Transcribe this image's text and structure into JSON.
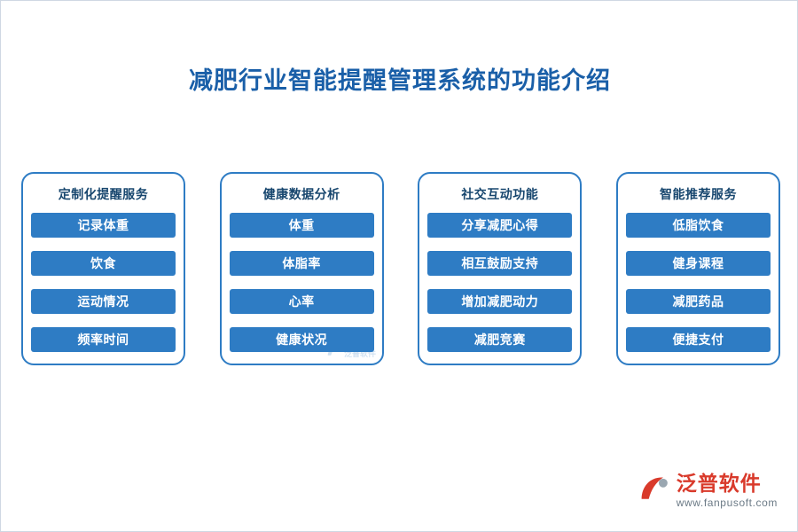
{
  "page": {
    "title": "减肥行业智能提醒管理系统的功能介绍",
    "accent_color": "#2e7cc4",
    "title_color": "#1a5fa8"
  },
  "columns": [
    {
      "title": "定制化提醒服务",
      "items": [
        "记录体重",
        "饮食",
        "运动情况",
        "频率时间"
      ]
    },
    {
      "title": "健康数据分析",
      "items": [
        "体重",
        "体脂率",
        "心率",
        "健康状况"
      ]
    },
    {
      "title": "社交互动功能",
      "items": [
        "分享减肥心得",
        "相互鼓励支持",
        "增加减肥动力",
        "减肥竞赛"
      ]
    },
    {
      "title": "智能推荐服务",
      "items": [
        "低脂饮食",
        "健身课程",
        "减肥药品",
        "便捷支付"
      ]
    }
  ],
  "watermark": {
    "text": "泛普软件"
  },
  "logo": {
    "name": "泛普软件",
    "url": "www.fanpusoft.com",
    "name_color": "#d93a2b"
  }
}
